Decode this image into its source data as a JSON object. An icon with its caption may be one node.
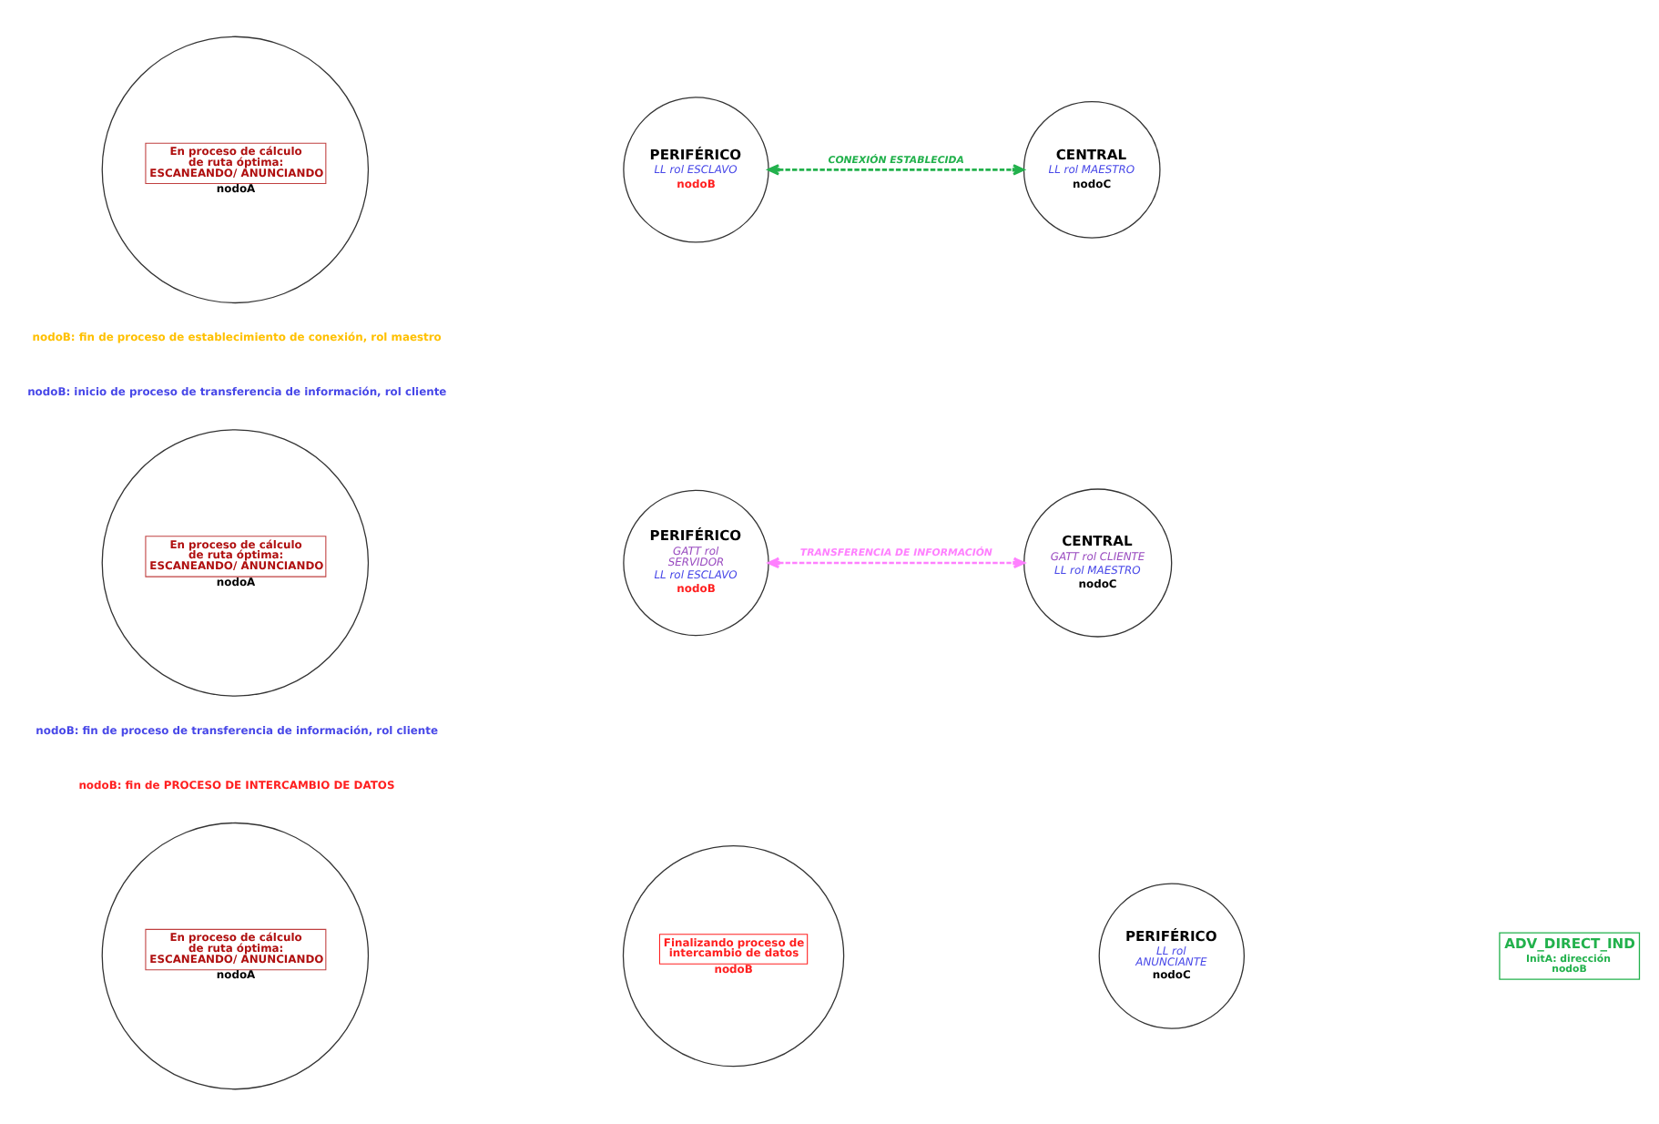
{
  "diagram": {
    "nodes": [
      {
        "text": [
          "En proceso de cálculo de ruta óptima: ESCANEANDO/ ANUNCIANDO",
          "nodoA"
        ]
      },
      {
        "text": [
          "PERIFÉRICO",
          "LL rol ESCLAVO",
          "nodoB"
        ]
      },
      {
        "text": [
          "CENTRAL",
          "LL rol MAESTRO",
          "nodoC"
        ]
      },
      {
        "text": [
          "En proceso de cálculo de ruta óptima: ESCANEANDO/ ANUNCIANDO",
          "nodoA"
        ]
      },
      {
        "text": [
          "PERIFÉRICO",
          "GATT rol SERVIDOR",
          "LL rol ESCLAVO",
          "nodoB"
        ]
      },
      {
        "text": [
          "CENTRAL",
          "GATT rol CLIENTE",
          "LL rol MAESTRO",
          "nodoC"
        ]
      },
      {
        "text": [
          "En proceso de cálculo de ruta óptima: ESCANEANDO/ ANUNCIANDO",
          "nodoA"
        ]
      },
      {
        "text": [
          "Finalizando proceso de intercambio de datos",
          "nodoB"
        ]
      },
      {
        "text": [
          "PERIFÉRICO",
          "LL rol ANUNCIANTE",
          "nodoC"
        ]
      },
      {
        "text": [
          "ADV_DIRECT_IND",
          "InitA: dirección nodoB"
        ]
      }
    ],
    "edges": [
      {
        "from": 1,
        "to": 2,
        "arrow": "both",
        "label": "CONEXIÓN ESTABLECIDA",
        "style": "dashed",
        "color": "#22b14c"
      },
      {
        "from": 4,
        "to": 5,
        "arrow": "both",
        "label": "TRANSFERENCIA DE INFORMACIÓN",
        "style": "dashed",
        "color": "#ff80ff"
      }
    ],
    "labels": [
      "nodoB: fin de proceso de establecimiento de conexión, rol maestro",
      "nodoB: inicio de proceso de transferencia de información, rol cliente",
      "nodoB: fin de proceso de transferencia de información, rol cliente",
      "nodoB: fin de PROCESO DE INTERCAMBIO DE DATOS"
    ]
  }
}
